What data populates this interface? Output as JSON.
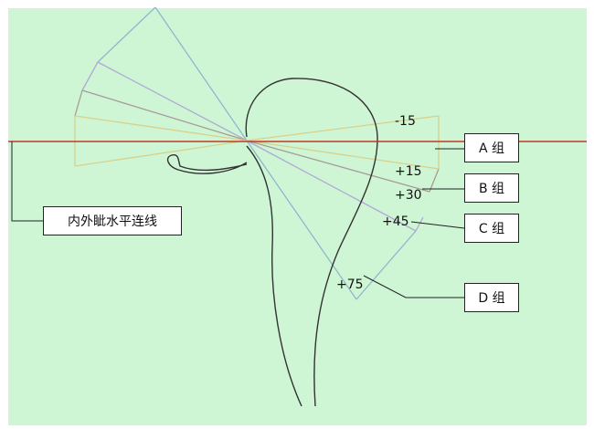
{
  "angle_labels": {
    "m15": "-15",
    "p15": "+15",
    "p30": "+30",
    "p45": "+45",
    "p75": "+75"
  },
  "group_boxes": {
    "a": "A 组",
    "b": "B 组",
    "c": "C 组",
    "d": "D 组"
  },
  "reference_line_label": "内外眦水平连线",
  "colors": {
    "background": "#cff6d4",
    "horizontal_line": "#c0392b",
    "group_a": "#d8d08a",
    "group_b": "#a89a9a",
    "group_c": "#b0a8d8",
    "group_d": "#8fb6cf",
    "outline": "#333333"
  }
}
